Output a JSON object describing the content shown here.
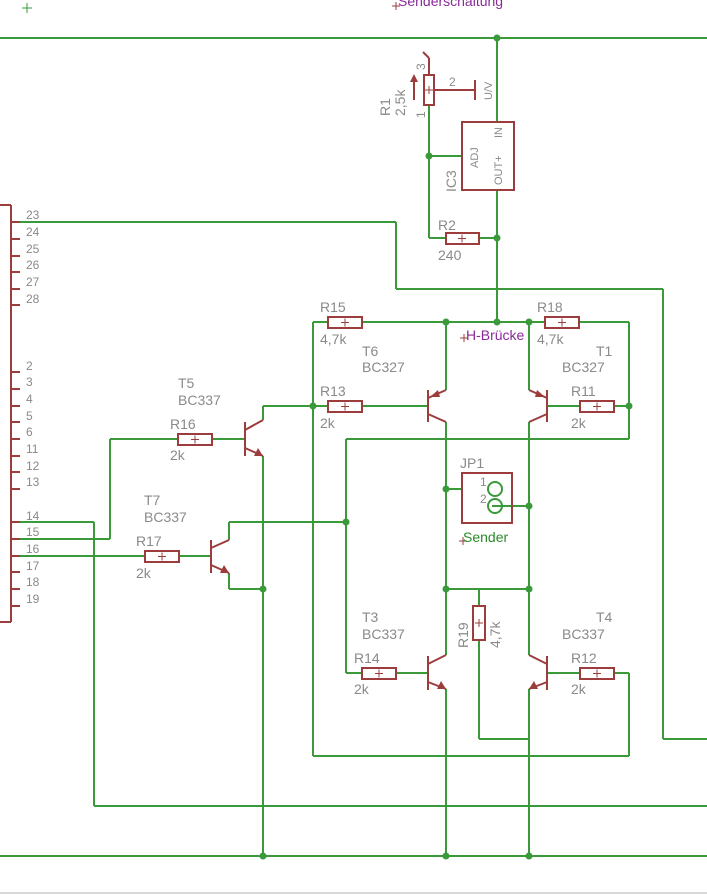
{
  "title": "Senderschaltung",
  "net_labels": {
    "hbruecke": "H-Brücke",
    "sender": "Sender"
  },
  "connector_pins": [
    "23",
    "24",
    "25",
    "26",
    "27",
    "28",
    "2",
    "3",
    "4",
    "5",
    "6",
    "11",
    "12",
    "13",
    "14",
    "15",
    "16",
    "17",
    "18",
    "19"
  ],
  "regulator": {
    "name": "IC3",
    "adj": "ADJ",
    "out": "OUT+",
    "in": "IN"
  },
  "pot": {
    "name": "R1",
    "value": "2,5k",
    "pin1": "1",
    "pin2": "2",
    "pin3": "3"
  },
  "supply": {
    "label": "U/V"
  },
  "jumper": {
    "name": "JP1",
    "pin1": "1",
    "pin2": "2"
  },
  "resistors": {
    "r2": {
      "name": "R2",
      "value": "240"
    },
    "r11": {
      "name": "R11",
      "value": "2k"
    },
    "r12": {
      "name": "R12",
      "value": "2k"
    },
    "r13": {
      "name": "R13",
      "value": "2k"
    },
    "r14": {
      "name": "R14",
      "value": "2k"
    },
    "r15": {
      "name": "R15",
      "value": "4,7k"
    },
    "r16": {
      "name": "R16",
      "value": "2k"
    },
    "r17": {
      "name": "R17",
      "value": "2k"
    },
    "r18": {
      "name": "R18",
      "value": "4,7k"
    },
    "r19": {
      "name": "R19",
      "value": "4,7k"
    }
  },
  "transistors": {
    "t1": {
      "name": "T1",
      "type": "BC327"
    },
    "t3": {
      "name": "T3",
      "type": "BC337"
    },
    "t4": {
      "name": "T4",
      "type": "BC337"
    },
    "t5": {
      "name": "T5",
      "type": "BC337"
    },
    "t6": {
      "name": "T6",
      "type": "BC327"
    },
    "t7": {
      "name": "T7",
      "type": "BC337"
    }
  }
}
